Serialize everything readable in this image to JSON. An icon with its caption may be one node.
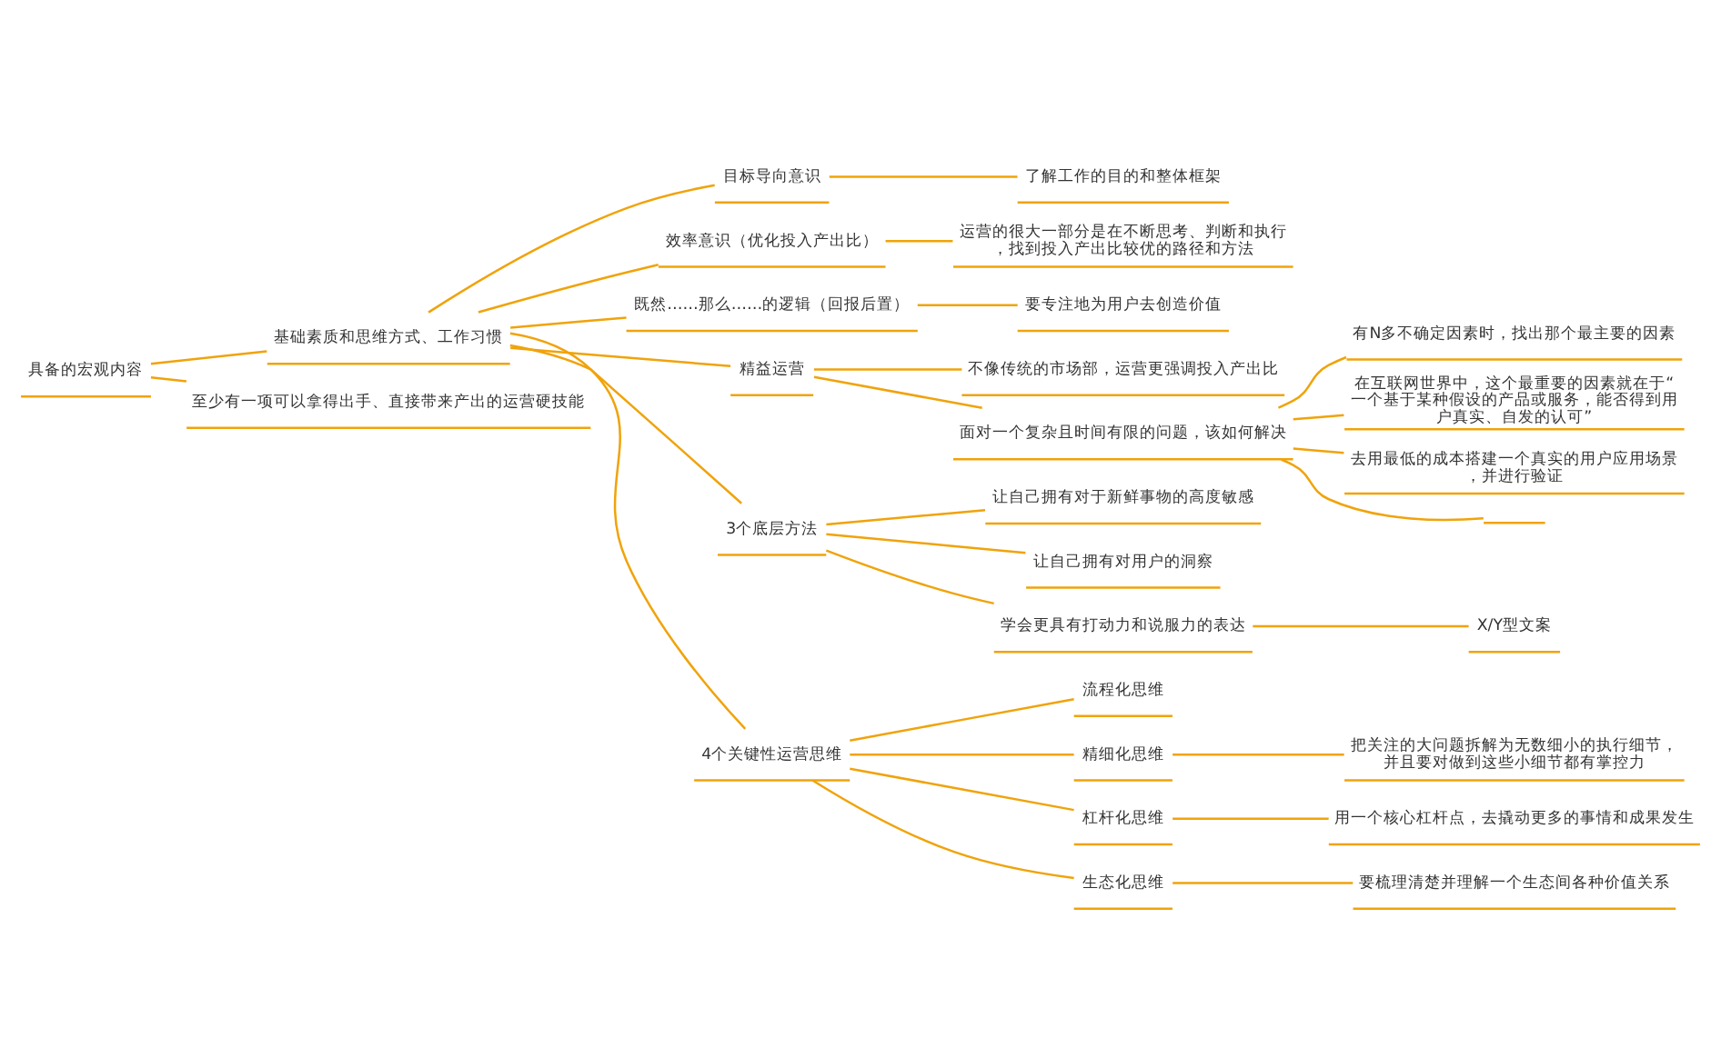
{
  "diagram": {
    "nodes": [
      {
        "text": [
          "具备的宏观内容"
        ]
      },
      {
        "text": [
          "基础素质和思维方式、工作习惯"
        ]
      },
      {
        "text": [
          "目标导向意识"
        ]
      },
      {
        "text": [
          "了解工作的目的和整体框架"
        ]
      },
      {
        "text": [
          "效率意识（优化投入产出比）"
        ]
      },
      {
        "text": [
          "运营的很大一部分是在不断思考、判断和执行，找到投入产出比较优的路径和方法"
        ]
      },
      {
        "text": [
          "既然……那么……的逻辑（回报后置）"
        ]
      },
      {
        "text": [
          "要专注地为用户去创造价值"
        ]
      },
      {
        "text": [
          "精益运营"
        ]
      },
      {
        "text": [
          "不像传统的市场部，运营更强调投入产出比"
        ]
      },
      {
        "text": [
          "面对一个复杂且时间有限的问题，该如何解决"
        ]
      },
      {
        "text": [
          "有N多不确定因素时，找出那个最主要的因素"
        ]
      },
      {
        "text": [
          "在互联网世界中，这个最重要的因素就在于“一个基于某种假设的产品或服务，能否得到用户真实、自发的认可”"
        ]
      },
      {
        "text": [
          "去用最低的成本搭建一个真实的用户应用场景，并进行验证"
        ]
      },
      {
        "text": [],
        "shape": "bar"
      },
      {
        "text": [
          "3个底层方法"
        ]
      },
      {
        "text": [
          "让自己拥有对于新鲜事物的高度敏感"
        ]
      },
      {
        "text": [
          "让自己拥有对用户的洞察"
        ]
      },
      {
        "text": [
          "学会更具有打动力和说服力的表达"
        ]
      },
      {
        "text": [
          "X/Y型文案"
        ]
      },
      {
        "text": [
          "4个关键性运营思维"
        ]
      },
      {
        "text": [
          "流程化思维"
        ]
      },
      {
        "text": [
          "精细化思维"
        ]
      },
      {
        "text": [
          "把关注的大问题拆解为无数细小的执行细节，并且要对做到这些小细节都有掌控力"
        ]
      },
      {
        "text": [
          "杠杆化思维"
        ]
      },
      {
        "text": [
          "用一个核心杠杆点，去撬动更多的事情和成果发生"
        ]
      },
      {
        "text": [
          "生态化思维"
        ]
      },
      {
        "text": [
          "要梳理清楚并理解一个生态间各种价值关系"
        ]
      },
      {
        "text": [
          "至少有一项可以拿得出手、直接带来产出的运营硬技能"
        ]
      }
    ],
    "edges": [
      {
        "from": 0,
        "to": 1,
        "arrow": "none"
      },
      {
        "from": 1,
        "to": 2,
        "arrow": "none"
      },
      {
        "from": 2,
        "to": 3,
        "arrow": "none"
      },
      {
        "from": 1,
        "to": 4,
        "arrow": "none"
      },
      {
        "from": 4,
        "to": 5,
        "arrow": "none"
      },
      {
        "from": 1,
        "to": 6,
        "arrow": "none"
      },
      {
        "from": 6,
        "to": 7,
        "arrow": "none"
      },
      {
        "from": 1,
        "to": 8,
        "arrow": "none"
      },
      {
        "from": 8,
        "to": 9,
        "arrow": "none"
      },
      {
        "from": 8,
        "to": 10,
        "arrow": "none"
      },
      {
        "from": 10,
        "to": 11,
        "arrow": "none"
      },
      {
        "from": 10,
        "to": 12,
        "arrow": "none"
      },
      {
        "from": 10,
        "to": 13,
        "arrow": "none"
      },
      {
        "from": 10,
        "to": 14,
        "arrow": "none"
      },
      {
        "from": 1,
        "to": 15,
        "arrow": "none"
      },
      {
        "from": 15,
        "to": 16,
        "arrow": "none"
      },
      {
        "from": 15,
        "to": 17,
        "arrow": "none"
      },
      {
        "from": 15,
        "to": 18,
        "arrow": "none"
      },
      {
        "from": 18,
        "to": 19,
        "arrow": "none"
      },
      {
        "from": 1,
        "to": 20,
        "arrow": "none"
      },
      {
        "from": 20,
        "to": 21,
        "arrow": "none"
      },
      {
        "from": 20,
        "to": 22,
        "arrow": "none"
      },
      {
        "from": 22,
        "to": 23,
        "arrow": "none"
      },
      {
        "from": 20,
        "to": 24,
        "arrow": "none"
      },
      {
        "from": 24,
        "to": 25,
        "arrow": "none"
      },
      {
        "from": 20,
        "to": 26,
        "arrow": "none"
      },
      {
        "from": 26,
        "to": 27,
        "arrow": "none"
      },
      {
        "from": 0,
        "to": 28,
        "arrow": "none"
      }
    ]
  }
}
